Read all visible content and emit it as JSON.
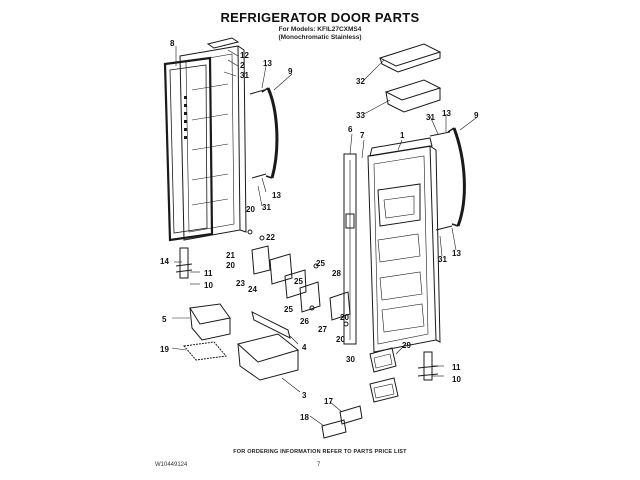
{
  "header": {
    "title": "REFRIGERATOR DOOR PARTS",
    "models_line": "For Models: KFIL27CXMS4",
    "finish_line": "(Monochromatic Stainless)"
  },
  "footer": {
    "ordering_note": "FOR ORDERING INFORMATION REFER TO PARTS PRICE LIST",
    "document_number": "W10449124",
    "page_number": "7"
  },
  "callouts": {
    "left_door": [
      "8",
      "12",
      "2",
      "31",
      "13",
      "9",
      "13",
      "31",
      "20",
      "22",
      "21",
      "20",
      "14",
      "11",
      "10",
      "23",
      "24",
      "25",
      "25",
      "28",
      "26",
      "27",
      "25"
    ],
    "bins": [
      "5",
      "19",
      "4",
      "3"
    ],
    "right_door": [
      "32",
      "33",
      "13",
      "9",
      "6",
      "7",
      "1",
      "31",
      "13",
      "31",
      "20",
      "20",
      "29",
      "30",
      "11",
      "10",
      "17",
      "18"
    ]
  },
  "colors": {
    "line": "#1a1a1a",
    "background": "#ffffff"
  }
}
